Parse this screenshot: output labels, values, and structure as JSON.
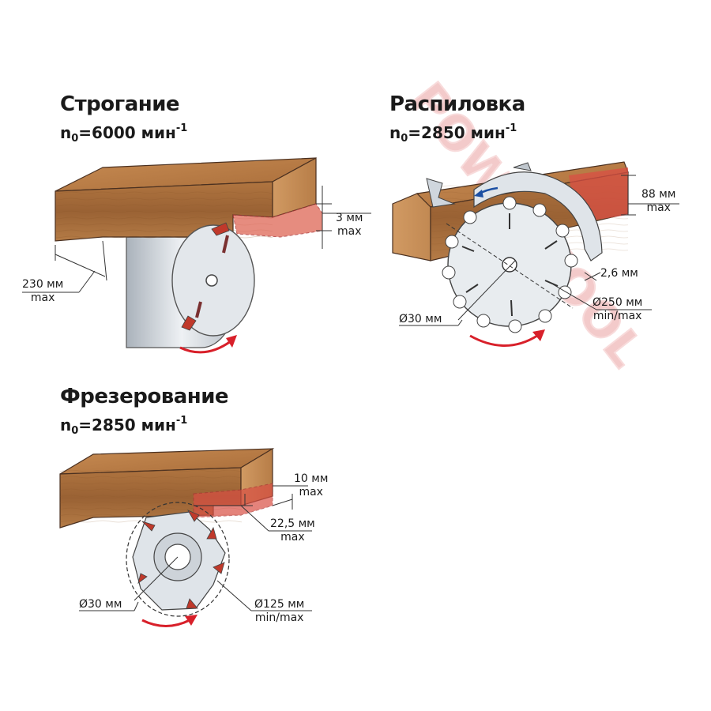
{
  "watermark": "POWERTOOL",
  "colors": {
    "wood_top": "#b77a45",
    "wood_front": "#9c6535",
    "steel": "#d6dbe1",
    "cut_zone": "#e06a5a",
    "arrow": "#d8202a"
  },
  "sections": {
    "planing": {
      "title": "Строгание",
      "speed_prefix": "n",
      "speed_sub": "0",
      "speed_value": "=6000 мин",
      "speed_sup": "-1",
      "dim_depth_value": "3 мм",
      "dim_depth_note": "max",
      "dim_width_value": "230 мм",
      "dim_width_note": "max"
    },
    "sawing": {
      "title": "Распиловка",
      "speed_prefix": "n",
      "speed_sub": "0",
      "speed_value": "=2850 мин",
      "speed_sup": "-1",
      "dim_depth_value": "88 мм",
      "dim_depth_note": "max",
      "dim_kerf_value": "2,6 мм",
      "dim_bore_value": "Ø30 мм",
      "dim_diameter_value": "Ø250 мм",
      "dim_diameter_note": "min/max"
    },
    "milling": {
      "title": "Фрезерование",
      "speed_prefix": "n",
      "speed_sub": "0",
      "speed_value": "=2850 мин",
      "speed_sup": "-1",
      "dim_depth_value": "10 мм",
      "dim_depth_note": "max",
      "dim_width_value": "22,5 мм",
      "dim_width_note": "max",
      "dim_bore_value": "Ø30 мм",
      "dim_diameter_value": "Ø125 мм",
      "dim_diameter_note": "min/max"
    }
  }
}
